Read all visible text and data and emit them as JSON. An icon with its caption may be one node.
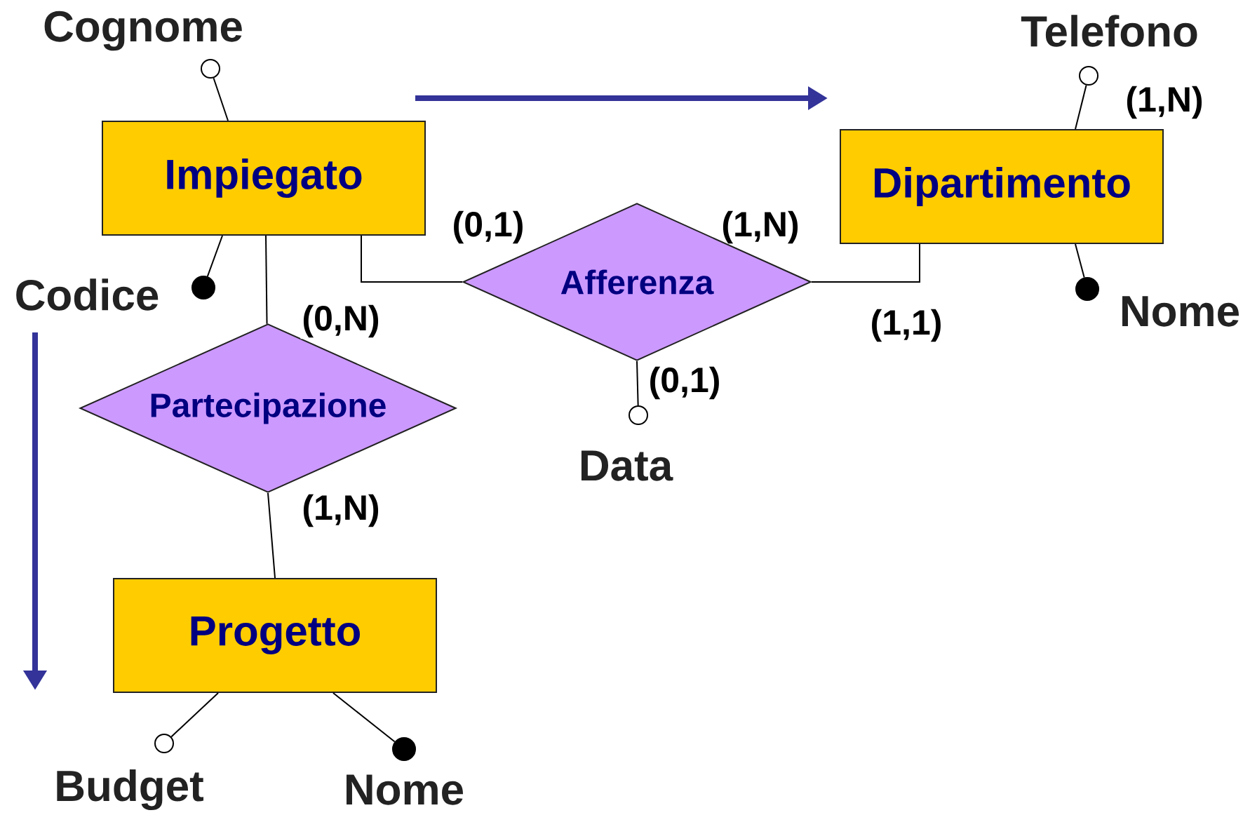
{
  "diagram": {
    "nodes": [
      {
        "text": [],
        "shape": "circle",
        "beside": [
          "Cognome"
        ]
      },
      {
        "text": [],
        "shape": "circle",
        "beside": [
          "Telefono"
        ]
      },
      {
        "text": [
          "Impiegato"
        ]
      },
      {
        "text": [
          "Dipartimento"
        ]
      },
      {
        "text": [],
        "shape": "dot",
        "beside": [
          "Codice"
        ]
      },
      {
        "text": [
          "Afferenza"
        ]
      },
      {
        "text": [],
        "shape": "dot",
        "beside": [
          "Nome"
        ]
      },
      {
        "text": [
          "Partecipazione"
        ]
      },
      {
        "text": [],
        "shape": "circle",
        "beside": [
          "Data"
        ]
      },
      {
        "text": [
          "Progetto"
        ]
      },
      {
        "text": [],
        "shape": "circle",
        "beside": [
          "Budget"
        ]
      },
      {
        "text": [],
        "shape": "dot",
        "beside": [
          "Nome"
        ]
      }
    ],
    "edges": [
      {
        "from": 2,
        "to": 0,
        "arrow": "none"
      },
      {
        "from": 3,
        "to": 1,
        "arrow": "none",
        "label": "(1,N)"
      },
      {
        "from": 2,
        "to": 4,
        "arrow": "none"
      },
      {
        "from": 2,
        "to": 5,
        "arrow": "none",
        "label": "(0,1)"
      },
      {
        "from": 5,
        "to": 3,
        "arrow": "none",
        "label": "(1,1)"
      },
      {
        "from": 3,
        "to": 6,
        "arrow": "none"
      },
      {
        "from": 2,
        "to": 7,
        "arrow": "none",
        "label": "(0,N)"
      },
      {
        "from": 5,
        "to": 8,
        "arrow": "none",
        "label": "(0,1)"
      },
      {
        "from": 7,
        "to": 9,
        "arrow": "none",
        "label": "(1,N)"
      },
      {
        "from": 9,
        "to": 10,
        "arrow": "none"
      },
      {
        "from": 9,
        "to": 11,
        "arrow": "none"
      }
    ],
    "labels": [
      "(1,N)"
    ]
  }
}
